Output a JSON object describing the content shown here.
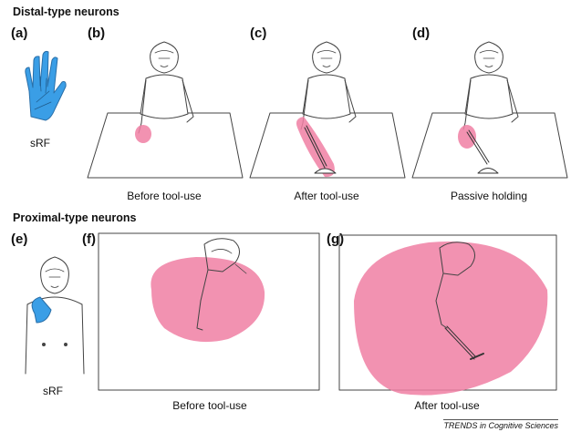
{
  "sections": {
    "distal_title": "Distal-type neurons",
    "proximal_title": "Proximal-type neurons"
  },
  "panels": {
    "a": "(a)",
    "b": "(b)",
    "c": "(c)",
    "d": "(d)",
    "e": "(e)",
    "f": "(f)",
    "g": "(g)"
  },
  "captions": {
    "a": "sRF",
    "b": "Before tool-use",
    "c": "After tool-use",
    "d": "Passive holding",
    "e": "sRF",
    "f": "Before tool-use",
    "g": "After tool-use"
  },
  "credit": "TRENDS in Cognitive Sciences",
  "colors": {
    "receptive_field": "#f07fa3",
    "srf_blue": "#3a9ee6",
    "outline": "#333333"
  }
}
